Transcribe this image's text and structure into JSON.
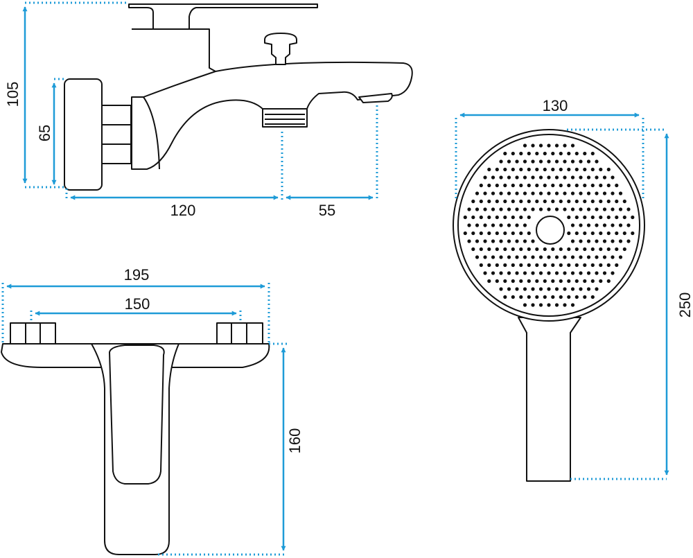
{
  "colors": {
    "line": "#111111",
    "dimension": "#1e9bd7",
    "background": "#ffffff"
  },
  "dimensions": {
    "side_height_total": "105",
    "side_height_body": "65",
    "side_depth": "120",
    "side_spout": "55",
    "shower_head_width": "130",
    "shower_total_length": "250",
    "top_width": "195",
    "top_centers": "150",
    "top_depth": "160"
  }
}
